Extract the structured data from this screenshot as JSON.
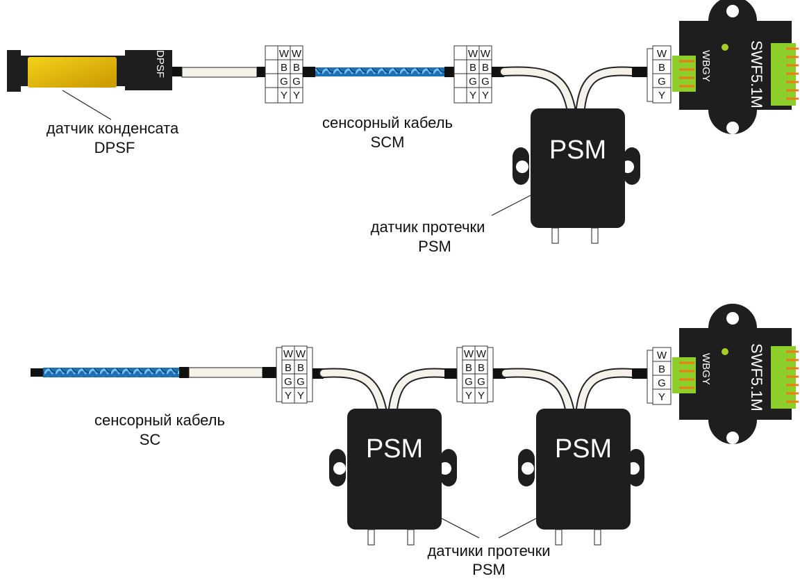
{
  "top": {
    "dpsf_body_label": "DPSF",
    "dpsf_caption_line1": "датчик конденсата",
    "dpsf_caption_line2": "DPSF",
    "scm_caption_line1": "сенсорный кабель",
    "scm_caption_line2": "SCM",
    "psm_label": "PSM",
    "psm_caption_line1": "датчик протечки",
    "psm_caption_line2": "PSM",
    "controller_model": "SWF5.1M",
    "controller_port_label": "WBGY"
  },
  "bottom": {
    "sc_caption_line1": "сенсорный кабель",
    "sc_caption_line2": "SC",
    "psm1_label": "PSM",
    "psm2_label": "PSM",
    "psm_caption_line1": "датчики протечки",
    "psm_caption_line2": "PSM",
    "controller_model": "SWF5.1M",
    "controller_port_label": "WBGY"
  },
  "connector_pins": [
    "W",
    "B",
    "G",
    "Y"
  ],
  "colors": {
    "device_body": "#1e1e1e",
    "sensor_pad": "#e3b90d",
    "sensor_cable": "#2e8ad0",
    "controller_terminal": "#8ccf2a",
    "terminal_wire": "#ef7b16",
    "led": "#a8cf26"
  }
}
